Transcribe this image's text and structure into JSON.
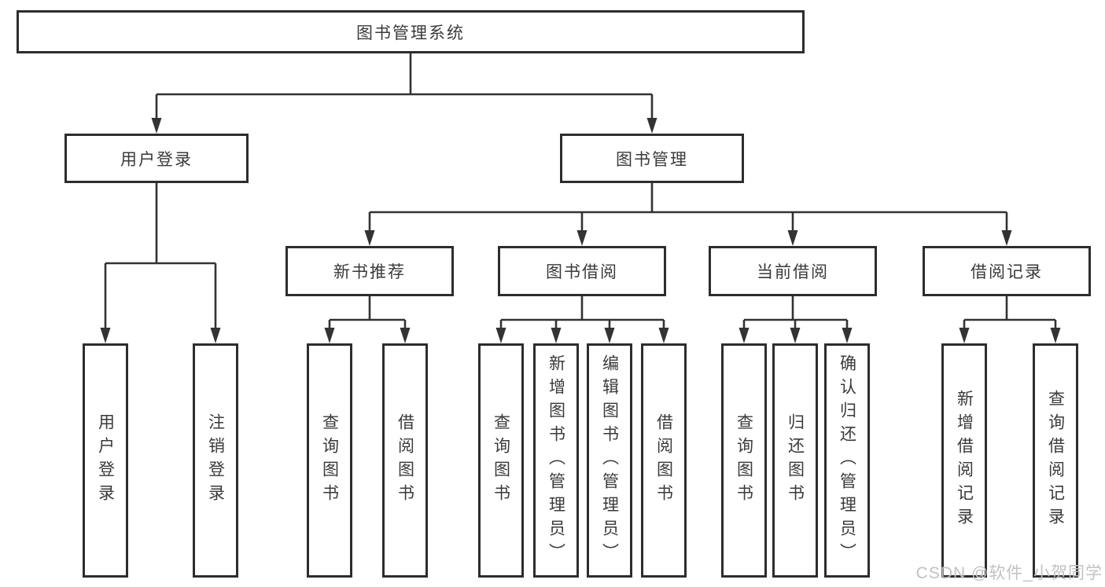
{
  "diagram": {
    "root": {
      "label": "图书管理系统"
    },
    "branches": [
      {
        "label": "用户登录",
        "children": [
          "用户登录",
          "注销登录"
        ]
      },
      {
        "label": "图书管理",
        "sections": [
          {
            "label": "新书推荐",
            "children": [
              "查询图书",
              "借阅图书"
            ]
          },
          {
            "label": "图书借阅",
            "children": [
              "查询图书",
              "新增图书（管理员）",
              "编辑图书（管理员）",
              "借阅图书"
            ]
          },
          {
            "label": "当前借阅",
            "children": [
              "查询图书",
              "归还图书",
              "确认归还（管理员）"
            ]
          },
          {
            "label": "借阅记录",
            "children": [
              "新增借阅记录",
              "查询借阅记录"
            ]
          }
        ]
      }
    ]
  },
  "colors": {
    "line": "#333333",
    "border": "#2d2d2d",
    "text": "#3a3a3a",
    "watermark": "#c2c2c2",
    "background": "#ffffff"
  },
  "watermark": {
    "text": "CSDN @软件_小贺同学"
  }
}
